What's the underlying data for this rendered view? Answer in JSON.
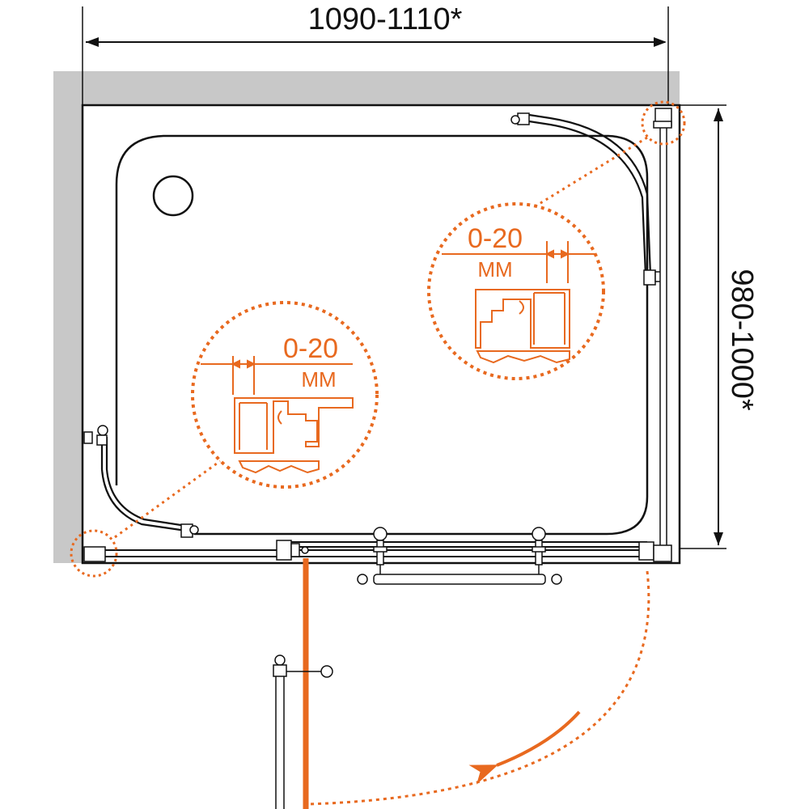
{
  "dimensions": {
    "width_label": "1090-1110*",
    "depth_label": "980-1000*"
  },
  "details": [
    {
      "range_label": "0-20",
      "unit_label": "MM"
    },
    {
      "range_label": "0-20",
      "unit_label": "MM"
    }
  ],
  "colors": {
    "accent": "#e8691f",
    "wall": "#c8c8c8",
    "line": "#111111"
  }
}
